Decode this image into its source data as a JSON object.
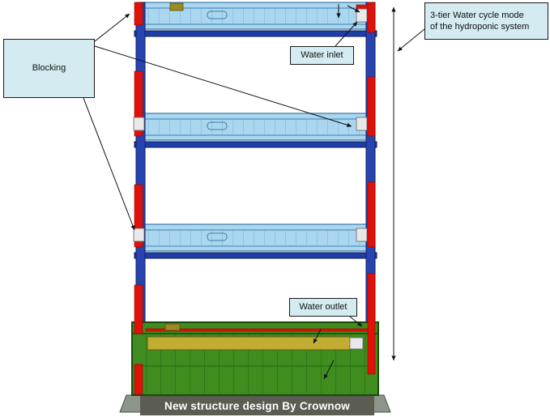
{
  "annotations": {
    "blocking": {
      "label": "Blocking"
    },
    "water_inlet": {
      "label": "Water inlet"
    },
    "water_outlet": {
      "label": "Water outlet"
    },
    "mode": {
      "line1": "3-tier Water cycle mode",
      "line2": "of the hydroponic system"
    }
  },
  "caption": {
    "text": "New structure design By Crownow"
  },
  "colors": {
    "label-bg": "#d3ebf1",
    "label-border": "#1a1a1a",
    "tray-fill": "#aad7ef",
    "tray-stroke": "#3d7ca8",
    "tray-rib": "#6fb4d8",
    "post-blue": "#2743b0",
    "post-stroke": "#122063",
    "pipe-red": "#e01108",
    "beam-blue": "#1e3da6",
    "tank-green": "#3f8c1f",
    "tank-stroke": "#1a4a0d",
    "tank-rib": "#2a6a12",
    "bar-yellow": "#c2ad33",
    "base-gray": "#8d9489",
    "caption-bg": "#5b5c52",
    "caption-text": "#ffffff",
    "annotation": "#111111",
    "connector-white": "#e9e9e9"
  }
}
